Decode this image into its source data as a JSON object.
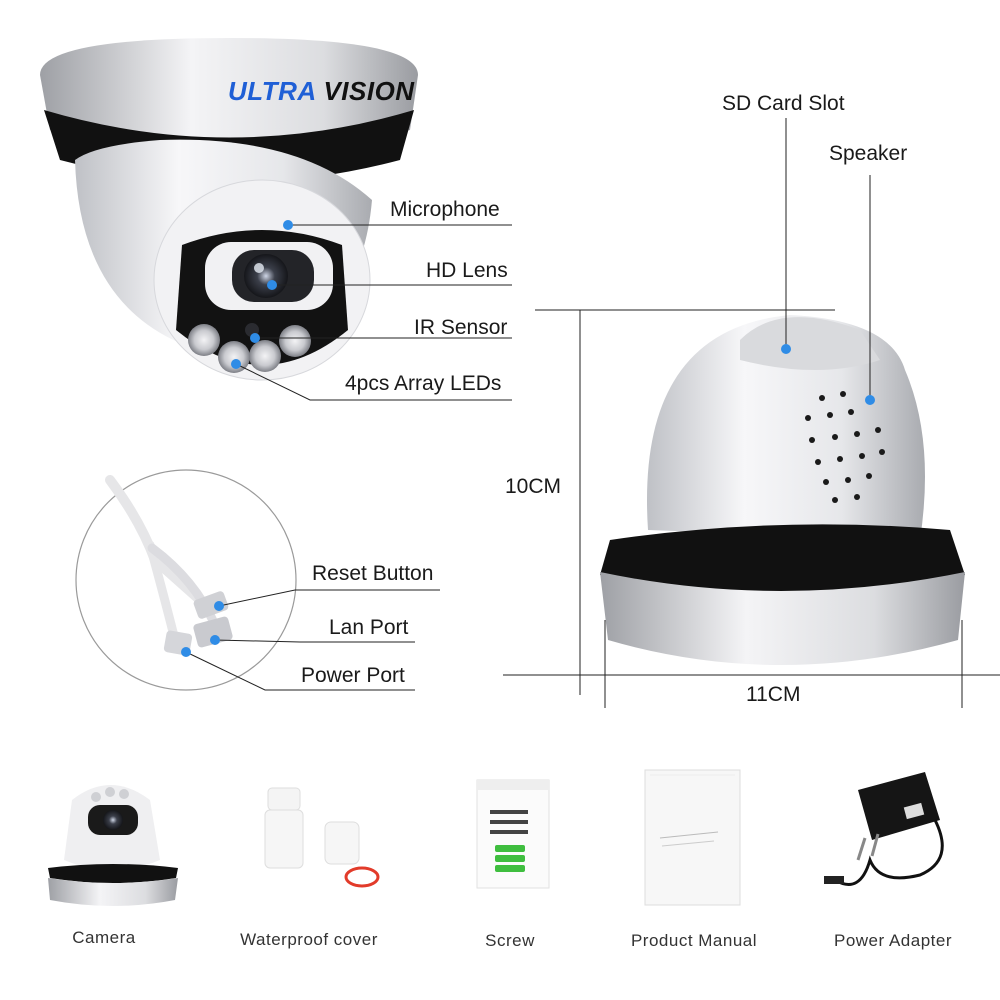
{
  "brand": {
    "left": "ULTRA",
    "right": "VISION",
    "color_left": "#1f5fd6",
    "color_right": "#111111"
  },
  "callouts": {
    "microphone": "Microphone",
    "hd_lens": "HD Lens",
    "ir_sensor": "IR Sensor",
    "leds": "4pcs Array LEDs",
    "sd_card_slot": "SD Card Slot",
    "speaker": "Speaker",
    "reset_button": "Reset Button",
    "lan_port": "Lan Port",
    "power_port": "Power Port"
  },
  "dimensions": {
    "height": "10CM",
    "width": "11CM"
  },
  "package": [
    {
      "label": "Camera"
    },
    {
      "label": "Waterproof cover"
    },
    {
      "label": "Screw"
    },
    {
      "label": "Product Manual"
    },
    {
      "label": "Power Adapter"
    }
  ],
  "colors": {
    "marker": "#2f8ce6",
    "line": "#222222",
    "band": "#111111",
    "shell": "#e9e9ec"
  }
}
